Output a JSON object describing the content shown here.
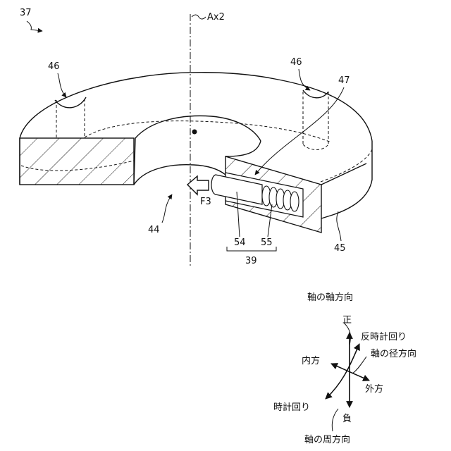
{
  "labels": {
    "fig_ref": "37",
    "axis_ref": "Ax2",
    "recess_left": "46",
    "recess_right": "46",
    "ref_47": "47",
    "ref_44": "44",
    "ref_45": "45",
    "ref_54": "54",
    "ref_55": "55",
    "ref_39": "39",
    "force": "F3"
  },
  "legend": {
    "axial_direction": "軸の軸方向",
    "positive": "正",
    "counterclockwise": "反時計回り",
    "radial_direction": "軸の径方向",
    "inward": "内方",
    "outward": "外方",
    "clockwise": "時計回り",
    "negative": "負",
    "circumferential_direction": "軸の周方向"
  }
}
